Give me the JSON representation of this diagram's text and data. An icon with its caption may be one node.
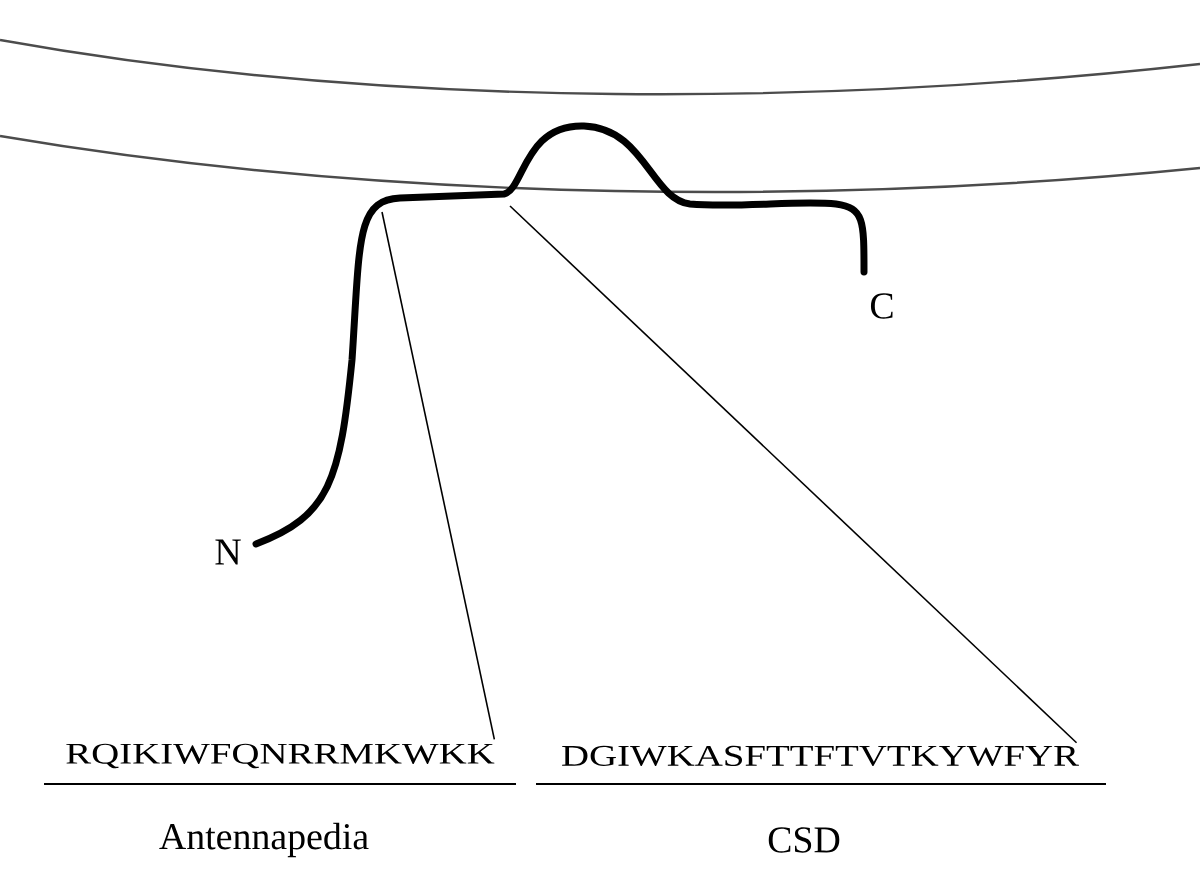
{
  "diagram": {
    "nodes": [
      {
        "text": [
          "RQIKIWFQNRRMKWKK"
        ],
        "beside": [
          "Antennapedia"
        ]
      },
      {
        "text": [
          "DGIWKASFTTFTVTKYWFYR"
        ],
        "beside": [
          "CSD"
        ]
      }
    ],
    "edges": [
      {
        "from": null,
        "to": 0,
        "arrow": "none"
      },
      {
        "from": null,
        "to": 1,
        "arrow": "none"
      }
    ],
    "labels": [
      "N",
      "C"
    ]
  }
}
